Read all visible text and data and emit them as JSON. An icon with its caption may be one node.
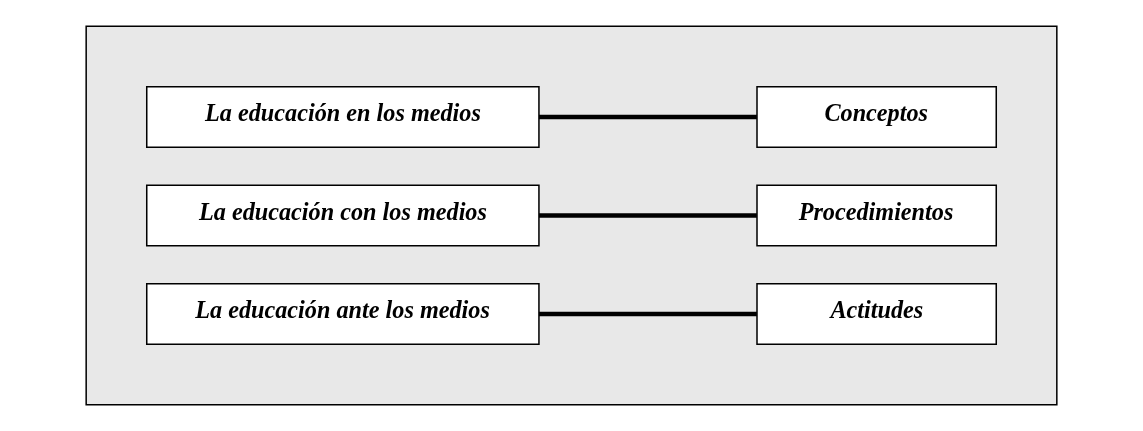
{
  "diagram": {
    "nodes": [
      {
        "text": [],
        "shape": "box"
      },
      {
        "text": [
          "La educación en los medios"
        ],
        "in": 0
      },
      {
        "text": [
          "La educación con los medios"
        ],
        "in": 0
      },
      {
        "text": [
          "La educación ante los medios"
        ],
        "in": 0
      },
      {
        "text": [
          "Conceptos"
        ],
        "in": 0
      },
      {
        "text": [
          "Procedimientos"
        ],
        "in": 0
      },
      {
        "text": [
          "Actitudes"
        ],
        "in": 0
      }
    ],
    "edges": [
      {
        "from": 1,
        "to": 4,
        "arrow": "none"
      },
      {
        "from": 2,
        "to": 5,
        "arrow": "none"
      },
      {
        "from": 3,
        "to": 6,
        "arrow": "none"
      }
    ]
  }
}
